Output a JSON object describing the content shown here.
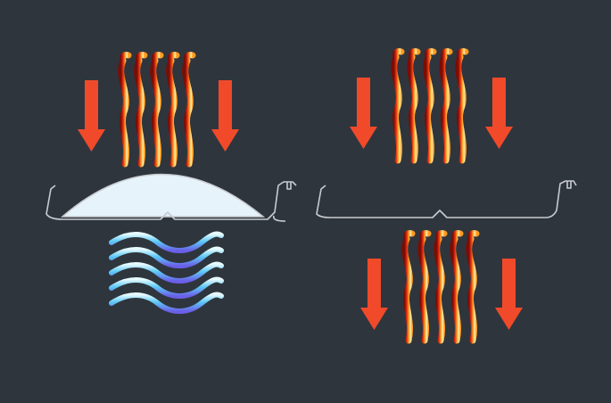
{
  "diagram": {
    "colors": {
      "background": "#2f353d",
      "arrow": "#f04a2a",
      "heat_light": "#fff1a8",
      "heat_mid": "#ff9a1e",
      "heat_dark": "#e62e12",
      "heat_deep": "#7a0d06",
      "cool_light": "#e8fbff",
      "cool_mid": "#5cc9f5",
      "cool_dark": "#6a5fe8",
      "panel_outline": "#c8ccd1",
      "insulation_fill": "#e6f3fb"
    },
    "panels": [
      {
        "id": "insulated-panel",
        "has_insulation": true,
        "incoming": "heat-waves",
        "outgoing": "cool-waves"
      },
      {
        "id": "bare-panel",
        "has_insulation": false,
        "incoming": "heat-waves",
        "outgoing": "heat-waves"
      }
    ],
    "icons": [
      "down-arrow-icon",
      "heat-wave-icon",
      "cool-wave-icon",
      "roof-panel-icon"
    ]
  }
}
